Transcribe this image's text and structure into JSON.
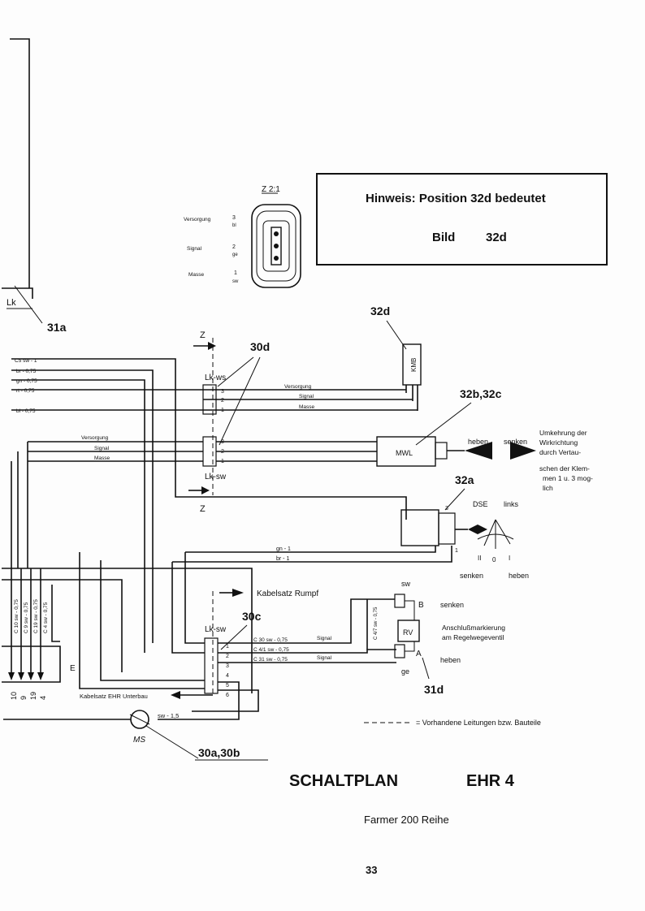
{
  "hinweis": {
    "line1": "Hinweis: Position 32d bedeutet",
    "line2a": "Bild",
    "line2b": "32d"
  },
  "connector_z": {
    "title": "Z 2:1",
    "versorgung": "Versorgung",
    "signal": "Signal",
    "masse": "Masse",
    "p3": "3",
    "p3c": "bl",
    "p2": "2",
    "p2c": "ge",
    "p1": "1",
    "p1c": "sw"
  },
  "labels": {
    "lk_left": "Lk",
    "ref_31a": "31a",
    "ref_32d": "32d",
    "z_top": "Z",
    "ref_30d": "30d",
    "kmb": "KMB",
    "lk_ws": "Lk-ws",
    "lk_sw": "Lk-sw",
    "z_bottom": "Z",
    "ref_32bc": "32b,32c",
    "mwl": "MWL",
    "heben1": "heben",
    "senken1": "senken",
    "umkehrung": [
      "Umkehrung der",
      "Wirkrichtung",
      "durch Vertau-",
      "schen der Klem-",
      "men 1 u. 3 mog-",
      "lich"
    ],
    "ref_32a": "32a",
    "dse": "DSE",
    "links": "links",
    "scale_ii": "II",
    "scale_0": "0",
    "scale_i": "I",
    "senken2": "senken",
    "heben2": "heben",
    "kabelsatz_rumpf": "Kabelsatz Rumpf",
    "ref_30c": "30c",
    "lk_sw2": "Lk-sw",
    "sw_top": "sw",
    "b_label": "B",
    "senken3": "senken",
    "rv": "RV",
    "a_label": "A",
    "heben3": "heben",
    "ge_bottom": "ge",
    "ref_31d": "31d",
    "anschluss1": "Anschlußmarkierung",
    "anschluss2": "am Regelwegeventil",
    "e_label": "E",
    "kabelsatz_ehr": "Kabelsatz EHR Unterbau",
    "ms": "MS",
    "sw15": "sw - 1,5",
    "ref_30ab": "30a,30b",
    "legend": "= Vorhandene Leitungen bzw. Bauteile",
    "versorgung_w": "Versorgung",
    "signal_w": "Signal",
    "masse_w": "Masse",
    "versorgung_w2": "Versorgung",
    "signal_w2": "Signal",
    "masse_w2": "Masse",
    "signal_c": "Signal",
    "signal_c2": "Signal",
    "c4_075": "C4/1 sw - 0,75"
  },
  "wires_left": [
    "C5 sw - 1",
    "br - 0,75",
    "gn - 0,75",
    "rt - 0,75",
    "bl - 0,75"
  ],
  "wires_mid": [
    "C 30 sw - 0,75",
    "C 4/1 sw - 0,75",
    "C 31 sw - 0,75"
  ],
  "wires_vertical": [
    "C 10 sw - 0,75",
    "C 9 sw - 0,75",
    "C 19 sw - 0,75",
    "C 4 sw - 0,75"
  ],
  "wire_numbers": [
    "10",
    "9",
    "19",
    "4"
  ],
  "gn1": "gn - 1",
  "br1": "br - 1",
  "c47": "C 4/7 sw - 0,75",
  "pins": {
    "p1": "1",
    "p2": "2",
    "p3": "3",
    "p4": "4",
    "p5": "5",
    "p6": "6"
  },
  "title": {
    "main": "SCHALTPLAN",
    "sub": "EHR 4",
    "model": "Farmer 200 Reihe",
    "page": "33"
  }
}
